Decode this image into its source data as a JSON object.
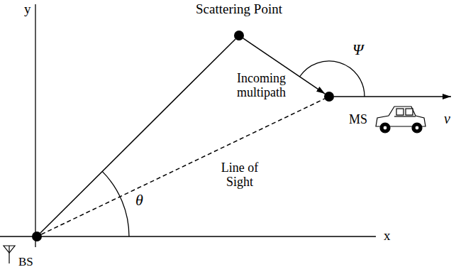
{
  "diagram": {
    "nodes": [
      {
        "text": [
          "Scattering Point"
        ]
      },
      {
        "text": [
          "MS"
        ]
      },
      {
        "text": [
          "BS"
        ]
      }
    ],
    "edges": [
      {
        "from": 2,
        "to": 0,
        "arrow": "none"
      },
      {
        "from": 0,
        "to": 1,
        "arrow": "to"
      },
      {
        "from": 2,
        "to": 1,
        "arrow": "none"
      }
    ],
    "labels": [
      "y",
      "x",
      "Incoming multipath",
      "Line of Sight",
      "θ",
      "Ψ",
      "v"
    ]
  }
}
